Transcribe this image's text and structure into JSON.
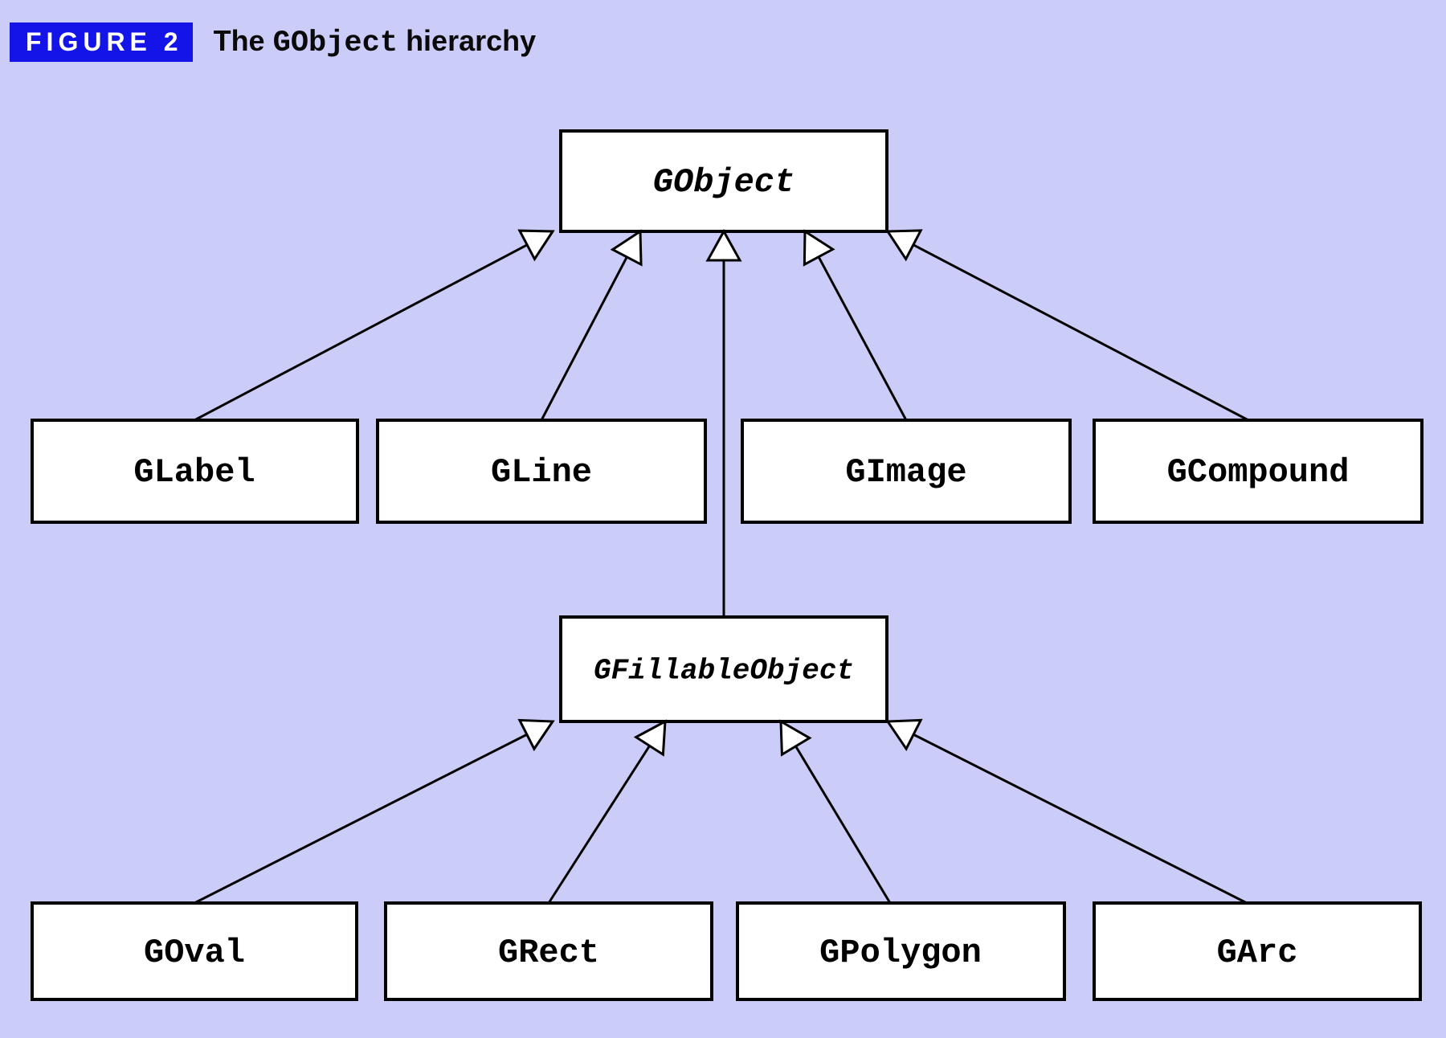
{
  "figure": {
    "tag": "FIGURE 2",
    "title_prefix": "The",
    "title_code": "GObject",
    "title_suffix": "hierarchy"
  },
  "colors": {
    "background": "#ccccf8",
    "figure_tag_background": "#1414e8",
    "figure_tag_text": "#ffffff",
    "box_fill": "#ffffff",
    "box_border": "#000000",
    "edge_line": "#000000"
  },
  "diagram": {
    "nodes": [
      {
        "id": "GObject",
        "label": "GObject",
        "abstract": true
      },
      {
        "id": "GLabel",
        "label": "GLabel",
        "abstract": false
      },
      {
        "id": "GLine",
        "label": "GLine",
        "abstract": false
      },
      {
        "id": "GImage",
        "label": "GImage",
        "abstract": false
      },
      {
        "id": "GCompound",
        "label": "GCompound",
        "abstract": false
      },
      {
        "id": "GFillableObject",
        "label": "GFillableObject",
        "abstract": true
      },
      {
        "id": "GOval",
        "label": "GOval",
        "abstract": false
      },
      {
        "id": "GRect",
        "label": "GRect",
        "abstract": false
      },
      {
        "id": "GPolygon",
        "label": "GPolygon",
        "abstract": false
      },
      {
        "id": "GArc",
        "label": "GArc",
        "abstract": false
      }
    ],
    "edges": [
      {
        "from": "GLabel",
        "to": "GObject"
      },
      {
        "from": "GLine",
        "to": "GObject"
      },
      {
        "from": "GFillableObject",
        "to": "GObject"
      },
      {
        "from": "GImage",
        "to": "GObject"
      },
      {
        "from": "GCompound",
        "to": "GObject"
      },
      {
        "from": "GOval",
        "to": "GFillableObject"
      },
      {
        "from": "GRect",
        "to": "GFillableObject"
      },
      {
        "from": "GPolygon",
        "to": "GFillableObject"
      },
      {
        "from": "GArc",
        "to": "GFillableObject"
      }
    ]
  }
}
